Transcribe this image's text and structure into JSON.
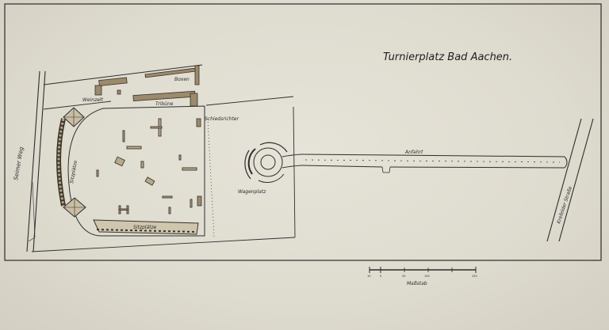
{
  "title": "Turnierplatz  Bad Aachen.",
  "labels": {
    "boxen": "Boxen",
    "weinzelt": "Weinzelt",
    "tribuene": "Tribüne",
    "schiedsrichter": "Schiedsrichter",
    "sitzplaetze_west": "Sitzplätze",
    "sitzplaetze_south": "Sitzplätze",
    "wagenplatz": "Wagenplatz",
    "anfahrt": "Anfahrt",
    "seimer_weg": "Seimer Weg",
    "krefelder_strasse": "Krefelder Straße"
  },
  "scale": {
    "label": "Maßstab",
    "ticks": [
      "10",
      "0",
      "50",
      "100",
      "150"
    ]
  },
  "colors": {
    "paper": "#e3e0d5",
    "ink": "#2d2d2d",
    "building": "#9b8a6c"
  }
}
